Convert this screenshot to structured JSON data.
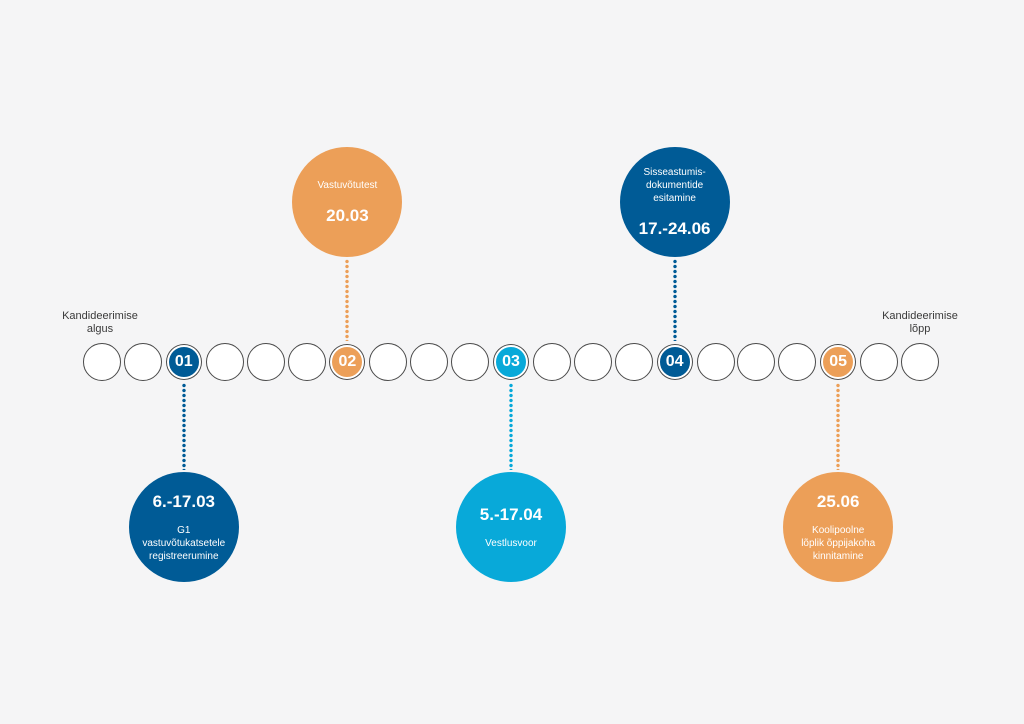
{
  "colors": {
    "dark_blue": "#005b96",
    "orange": "#ec9f58",
    "light_blue": "#08a9d9",
    "chain_stroke": "#4a4a4a"
  },
  "timeline": {
    "start_label": [
      "Kandideerimise",
      "algus"
    ],
    "end_label": [
      "Kandideerimise",
      "lõpp"
    ],
    "total_slots": 21
  },
  "steps": [
    {
      "number": "01",
      "slot": 2,
      "color": "#005b96",
      "date": "6.-17.03",
      "label": [
        "G1",
        "vastuvõtukatsetele",
        "registreerumine"
      ],
      "position": "below",
      "order": "date-first"
    },
    {
      "number": "02",
      "slot": 6,
      "color": "#ec9f58",
      "date": "20.03",
      "label": [
        "Vastuvõtutest"
      ],
      "position": "above",
      "order": "label-first"
    },
    {
      "number": "03",
      "slot": 10,
      "color": "#08a9d9",
      "date": "5.-17.04",
      "label": [
        "Vestlusvoor"
      ],
      "position": "below",
      "order": "date-first"
    },
    {
      "number": "04",
      "slot": 14,
      "color": "#005b96",
      "date": "17.-24.06",
      "label": [
        "Sisseastumis-",
        "dokumentide",
        "esitamine"
      ],
      "position": "above",
      "order": "label-first"
    },
    {
      "number": "05",
      "slot": 18,
      "color": "#ec9f58",
      "date": "25.06",
      "label": [
        "Koolipoolne",
        "lõplik õppijakoha",
        "kinnitamine"
      ],
      "position": "below",
      "order": "date-first"
    }
  ]
}
